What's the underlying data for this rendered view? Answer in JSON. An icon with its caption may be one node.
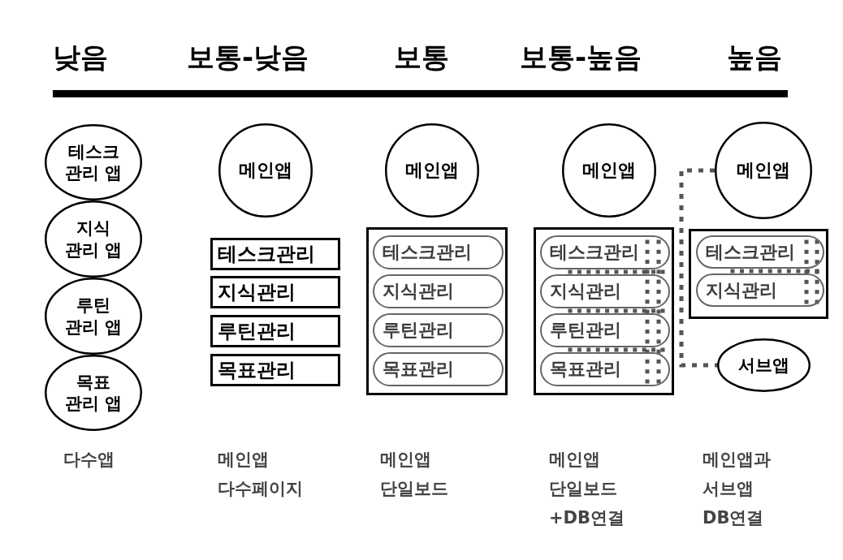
{
  "diagram": {
    "nodes": [
      {
        "text": [
          "테스크 관리 앱"
        ]
      },
      {
        "text": [
          "지식 관리 앱"
        ]
      },
      {
        "text": [
          "루틴 관리 앱"
        ]
      },
      {
        "text": [
          "목표 관리 앱"
        ]
      },
      {
        "text": [
          "메인앱"
        ]
      },
      {
        "text": [
          "테스크관리"
        ]
      },
      {
        "text": [
          "지식관리"
        ]
      },
      {
        "text": [
          "루틴관리"
        ]
      },
      {
        "text": [
          "목표관리"
        ]
      },
      {
        "text": [
          "메인앱"
        ]
      },
      {
        "text": [],
        "shape": "box"
      },
      {
        "text": [
          "테스크관리"
        ],
        "in": 10
      },
      {
        "text": [
          "지식관리"
        ],
        "in": 10
      },
      {
        "text": [
          "루틴관리"
        ],
        "in": 10
      },
      {
        "text": [
          "목표관리"
        ],
        "in": 10
      },
      {
        "text": [
          "메인앱"
        ]
      },
      {
        "text": [],
        "shape": "box"
      },
      {
        "text": [
          "테스크관리"
        ],
        "in": 16
      },
      {
        "text": [
          "지식관리"
        ],
        "in": 16
      },
      {
        "text": [
          "루틴관리"
        ],
        "in": 16
      },
      {
        "text": [
          "목표관리"
        ],
        "in": 16
      },
      {
        "text": [
          "메인앱"
        ]
      },
      {
        "text": [],
        "shape": "box"
      },
      {
        "text": [
          "테스크관리"
        ],
        "in": 22
      },
      {
        "text": [
          "지식관리"
        ],
        "in": 22
      },
      {
        "text": [
          "서브앱"
        ]
      }
    ],
    "edges": [
      {
        "from": 21,
        "to": 25,
        "arrow": "none",
        "style": "dashed"
      }
    ],
    "labels": [
      "낮음",
      "보통-낮음",
      "보통",
      "보통-높음",
      "높음",
      "다수앱",
      "메인앱 다수페이지",
      "메인앱 단일보드",
      "메인앱 단일보드 +DB연결",
      "메인앱과 서브앱 DB연결"
    ]
  }
}
